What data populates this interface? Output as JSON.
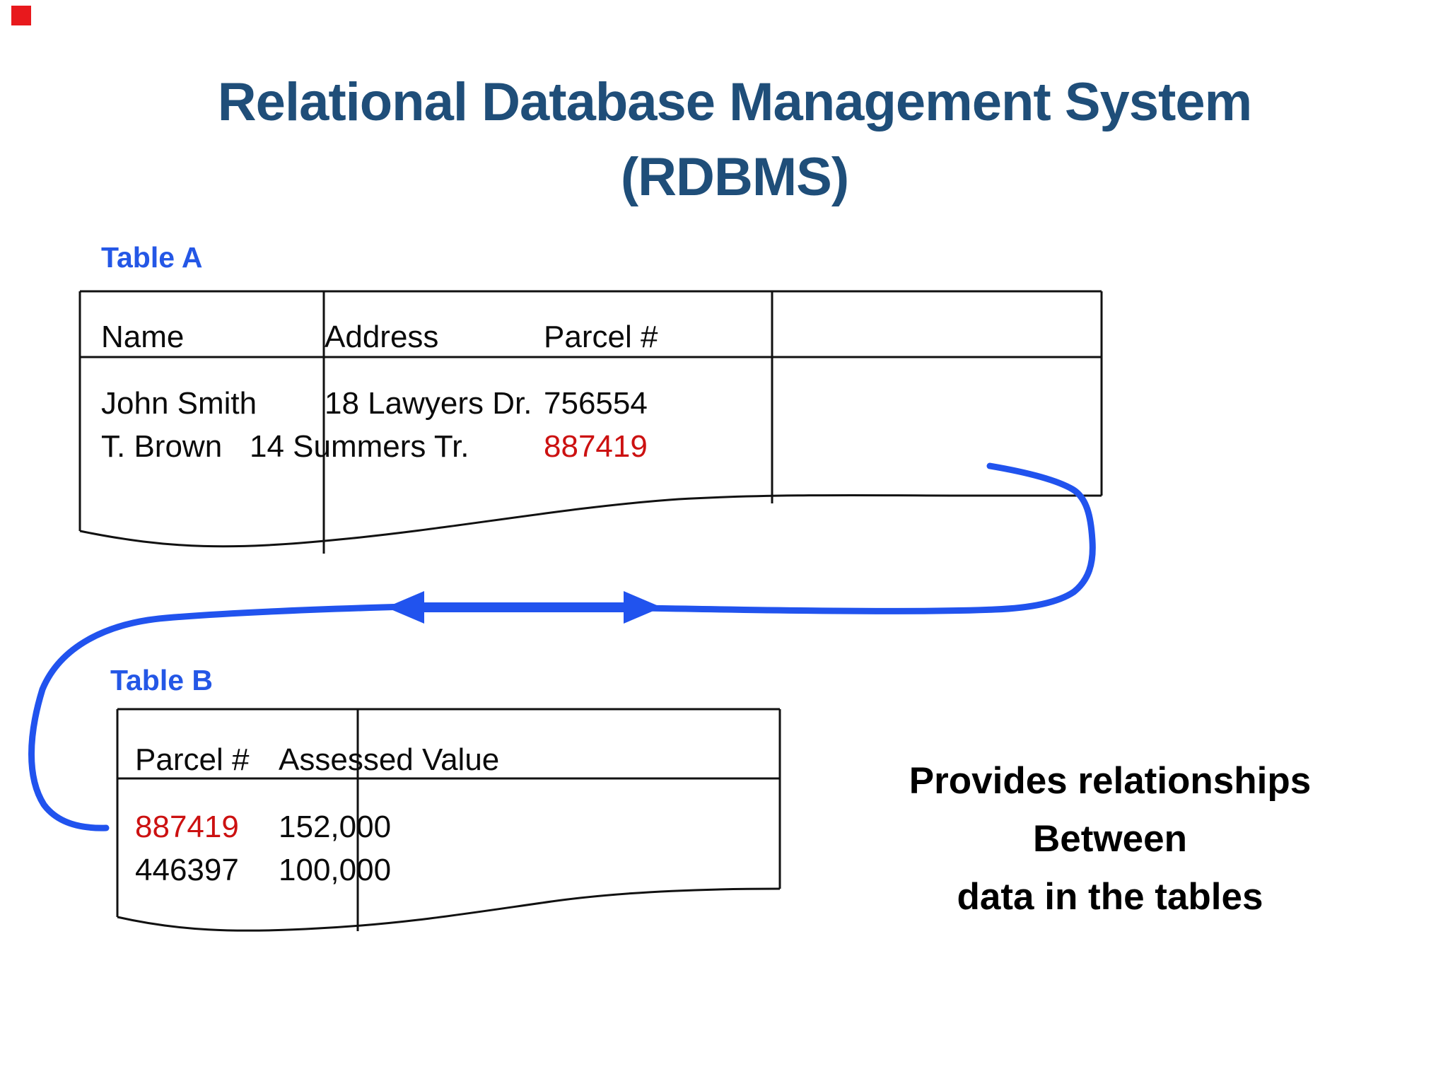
{
  "colors": {
    "background": "#ffffff",
    "title": "#1f4e79",
    "label_blue": "#2457e6",
    "connector_blue": "#2153ee",
    "highlight_red": "#cc1111",
    "marker_red": "#e8191d",
    "table_line": "#111111",
    "text": "#0b0b0b"
  },
  "title": {
    "line1": "Relational Database Management System",
    "line2": "(RDBMS)"
  },
  "table_a": {
    "label": "Table A",
    "headers": [
      "Name",
      "Address",
      "Parcel #"
    ],
    "rows": [
      [
        "John Smith",
        "18 Lawyers Dr.",
        "756554"
      ],
      [
        "T. Brown",
        "14 Summers Tr.",
        "887419"
      ]
    ]
  },
  "table_b": {
    "label": "Table B",
    "headers": [
      "Parcel #",
      "Assessed Value"
    ],
    "rows": [
      [
        "887419",
        "152,000"
      ],
      [
        "446397",
        "100,000"
      ]
    ]
  },
  "note": {
    "line1": "Provides relationships",
    "line2": "Between",
    "line3": "data in the tables"
  }
}
